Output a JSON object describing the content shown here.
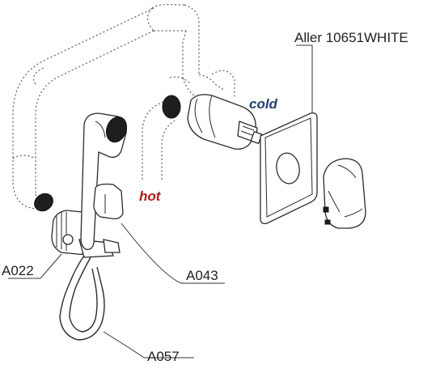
{
  "labels": {
    "model": "Aller 10651WHITE",
    "cold": "cold",
    "hot": "hot",
    "part_a022": "A022",
    "part_a043": "A043",
    "part_a057": "A057"
  },
  "colors": {
    "hot": "#b11a1a",
    "cold": "#243e74",
    "line": "#2a2a2a",
    "dashed_pipe": "#6a6a6a"
  }
}
